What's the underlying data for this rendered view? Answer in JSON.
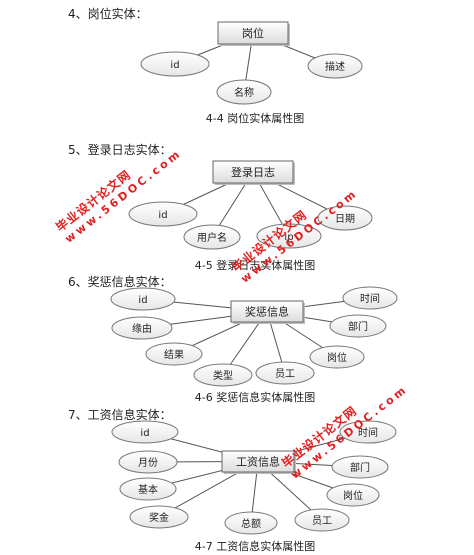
{
  "sections": [
    {
      "heading": "4、岗位实体：",
      "entity": "岗位",
      "attributes": [
        "id",
        "名称",
        "描述"
      ],
      "caption": "4-4 岗位实体属性图"
    },
    {
      "heading": "5、登录日志实体：",
      "entity": "登录日志",
      "attributes": [
        "id",
        "用户名",
        "ip",
        "日期"
      ],
      "caption": "4-5 登录日志实体属性图"
    },
    {
      "heading": "6、奖惩信息实体：",
      "entity": "奖惩信息",
      "attributes": [
        "id",
        "缘由",
        "结果",
        "类型",
        "员工",
        "岗位",
        "部门",
        "时间"
      ],
      "caption": "4-6 奖惩信息实体属性图"
    },
    {
      "heading": "7、工资信息实体：",
      "entity": "工资信息",
      "attributes": [
        "id",
        "月份",
        "基本",
        "奖金",
        "总额",
        "员工",
        "岗位",
        "部门",
        "时间"
      ],
      "caption": "4-7 工资信息实体属性图"
    }
  ],
  "watermarks": [
    {
      "cn": "毕业设计论文网",
      "url": "www.56DOC.com"
    },
    {
      "cn": "毕业设计论文网",
      "url": "www.56DOC.com"
    },
    {
      "cn": "毕业设计论文网",
      "url": "www.56DOC.com"
    }
  ]
}
